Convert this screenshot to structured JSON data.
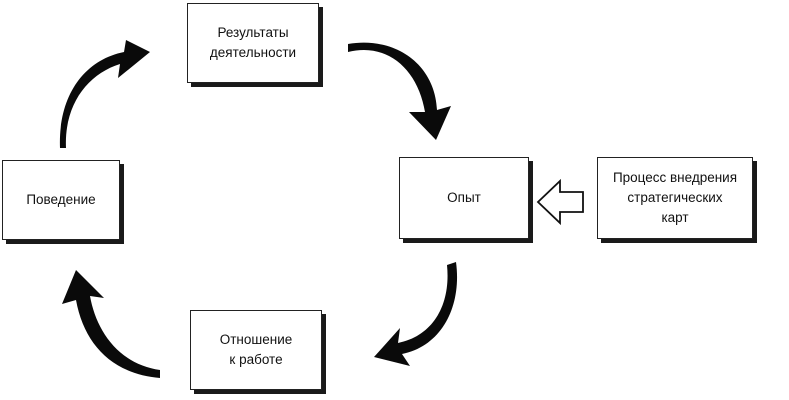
{
  "nodes": {
    "results": "Результаты\nдеятельности",
    "experience": "Опыт",
    "attitude": "Отношение\nк работе",
    "behavior": "Поведение",
    "process": "Процесс внедрения\nстратегических\nкарт"
  },
  "colors": {
    "arrow_fill": "#0a0a0a",
    "box_border": "#222222",
    "box_shadow": "#1a1a1a",
    "hollow_arrow_stroke": "#111111"
  }
}
